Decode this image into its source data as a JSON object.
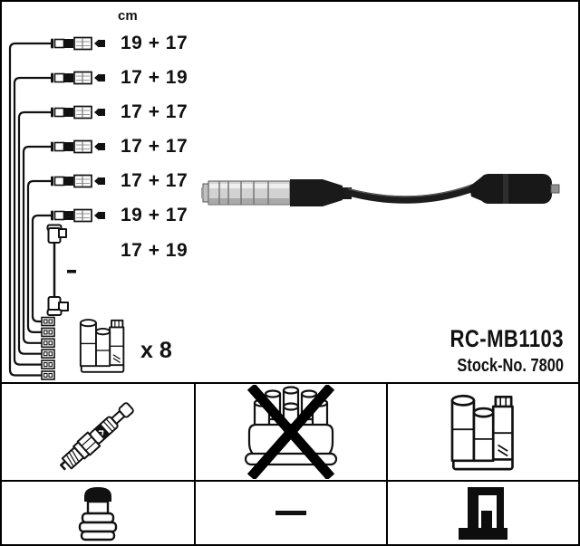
{
  "product": {
    "part_number": "RC-MB1103",
    "stock_number_label": "Stock-No. 7800"
  },
  "size_table": {
    "unit_header": "cm",
    "lengths": [
      "19 + 17",
      "17 + 19",
      "17 + 17",
      "17 + 17",
      "17 + 17",
      "19 + 17",
      "17 + 19"
    ]
  },
  "kit": {
    "quantity_label": "x 8"
  },
  "icons": {
    "diagram": [
      "ignition-lead-icon",
      "coil-lead-icon",
      "ignition-coil-icon",
      "multi-plug-connector-icon"
    ],
    "photo": "ignition-cable-photo",
    "legend": [
      "spark-plug-icon",
      "distributor-cap-not-included-icon",
      "ignition-coil-icon",
      "plug-terminal-nut-icon",
      "dash-symbol",
      "pole-terminal-icon"
    ]
  },
  "colors": {
    "ink": "#111111",
    "background": "#ffffff",
    "metal_light": "#d2d2d2",
    "rubber_dark": "#1a1a1a"
  }
}
